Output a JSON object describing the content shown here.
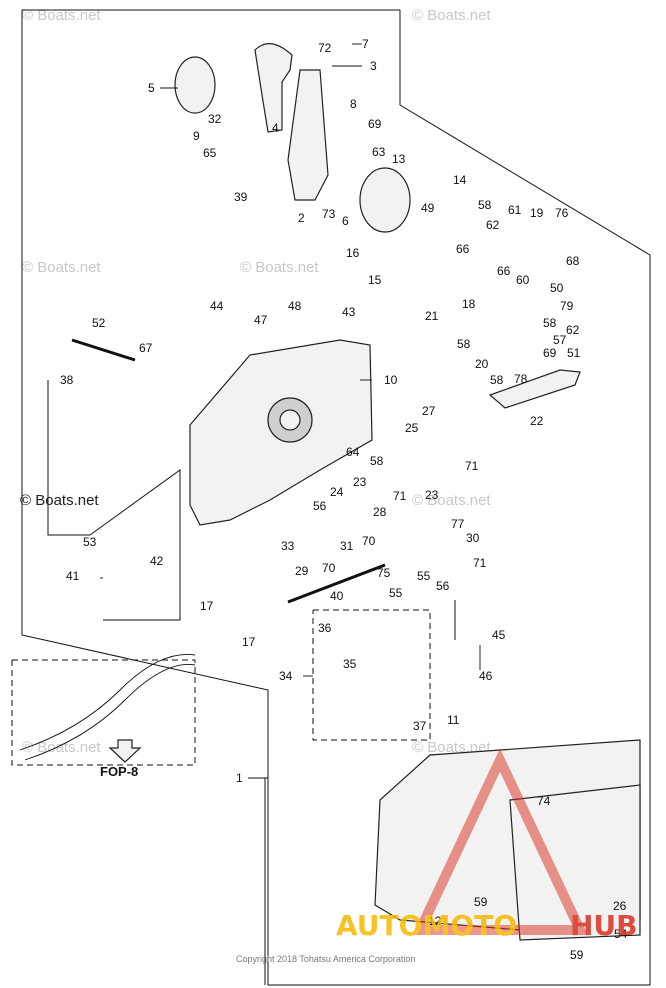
{
  "watermarks": {
    "top_left": "© Boats.net",
    "top_right": "© Boats.net",
    "mid_left": "© Boats.net",
    "mid_center": "© Boats.net",
    "dark_left": "© Boats.net",
    "center_right": "© Boats.net",
    "lower_center": "© Boats.net",
    "lower_right": "© Boats.net"
  },
  "copyright": "Copyright 2018 Tohatsu America Corporation",
  "reference": "FOP-8",
  "brand": {
    "part1": "AUTOMOTO",
    "part2": "HUB",
    "color1": "#f5b800",
    "color2": "#d93020"
  },
  "callouts": [
    {
      "id": "c1",
      "text": "1"
    },
    {
      "id": "c2",
      "text": "2"
    },
    {
      "id": "c3",
      "text": "3"
    },
    {
      "id": "c4",
      "text": "4"
    },
    {
      "id": "c5",
      "text": "5"
    },
    {
      "id": "c6",
      "text": "6"
    },
    {
      "id": "c7",
      "text": "7"
    },
    {
      "id": "c8",
      "text": "8"
    },
    {
      "id": "c9",
      "text": "9"
    },
    {
      "id": "c10",
      "text": "10"
    },
    {
      "id": "c11",
      "text": "11"
    },
    {
      "id": "c12",
      "text": "12"
    },
    {
      "id": "c13",
      "text": "13"
    },
    {
      "id": "c14",
      "text": "14"
    },
    {
      "id": "c15",
      "text": "15"
    },
    {
      "id": "c16",
      "text": "16"
    },
    {
      "id": "c17a",
      "text": "17"
    },
    {
      "id": "c17b",
      "text": "17"
    },
    {
      "id": "c18",
      "text": "18"
    },
    {
      "id": "c19",
      "text": "19"
    },
    {
      "id": "c20",
      "text": "20"
    },
    {
      "id": "c21",
      "text": "21"
    },
    {
      "id": "c22",
      "text": "22"
    },
    {
      "id": "c23a",
      "text": "23"
    },
    {
      "id": "c23b",
      "text": "23"
    },
    {
      "id": "c24",
      "text": "24"
    },
    {
      "id": "c25",
      "text": "25"
    },
    {
      "id": "c26",
      "text": "26"
    },
    {
      "id": "c27",
      "text": "27"
    },
    {
      "id": "c28",
      "text": "28"
    },
    {
      "id": "c29",
      "text": "29"
    },
    {
      "id": "c30",
      "text": "30"
    },
    {
      "id": "c31",
      "text": "31"
    },
    {
      "id": "c32",
      "text": "32"
    },
    {
      "id": "c33",
      "text": "33"
    },
    {
      "id": "c34",
      "text": "34"
    },
    {
      "id": "c35",
      "text": "35"
    },
    {
      "id": "c36",
      "text": "36"
    },
    {
      "id": "c37",
      "text": "37"
    },
    {
      "id": "c38",
      "text": "38"
    },
    {
      "id": "c39",
      "text": "39"
    },
    {
      "id": "c40",
      "text": "40"
    },
    {
      "id": "c41",
      "text": "41"
    },
    {
      "id": "c42",
      "text": "42"
    },
    {
      "id": "c43",
      "text": "43"
    },
    {
      "id": "c44",
      "text": "44"
    },
    {
      "id": "c45",
      "text": "45"
    },
    {
      "id": "c46",
      "text": "46"
    },
    {
      "id": "c47",
      "text": "47"
    },
    {
      "id": "c48",
      "text": "48"
    },
    {
      "id": "c49",
      "text": "49"
    },
    {
      "id": "c50",
      "text": "50"
    },
    {
      "id": "c51",
      "text": "51"
    },
    {
      "id": "c52",
      "text": "52"
    },
    {
      "id": "c53",
      "text": "53"
    },
    {
      "id": "c54",
      "text": "54"
    },
    {
      "id": "c55a",
      "text": "55"
    },
    {
      "id": "c55b",
      "text": "55"
    },
    {
      "id": "c56a",
      "text": "56"
    },
    {
      "id": "c56b",
      "text": "56"
    },
    {
      "id": "c57",
      "text": "57"
    },
    {
      "id": "c58a",
      "text": "58"
    },
    {
      "id": "c58b",
      "text": "58"
    },
    {
      "id": "c58c",
      "text": "58"
    },
    {
      "id": "c58d",
      "text": "58"
    },
    {
      "id": "c58e",
      "text": "58"
    },
    {
      "id": "c59a",
      "text": "59"
    },
    {
      "id": "c59b",
      "text": "59"
    },
    {
      "id": "c60",
      "text": "60"
    },
    {
      "id": "c61",
      "text": "61"
    },
    {
      "id": "c62a",
      "text": "62"
    },
    {
      "id": "c62b",
      "text": "62"
    },
    {
      "id": "c63",
      "text": "63"
    },
    {
      "id": "c64",
      "text": "64"
    },
    {
      "id": "c65",
      "text": "65"
    },
    {
      "id": "c66a",
      "text": "66"
    },
    {
      "id": "c66b",
      "text": "66"
    },
    {
      "id": "c67",
      "text": "67"
    },
    {
      "id": "c68",
      "text": "68"
    },
    {
      "id": "c69a",
      "text": "69"
    },
    {
      "id": "c69b",
      "text": "69"
    },
    {
      "id": "c70a",
      "text": "70"
    },
    {
      "id": "c70b",
      "text": "70"
    },
    {
      "id": "c71a",
      "text": "71"
    },
    {
      "id": "c71b",
      "text": "71"
    },
    {
      "id": "c71c",
      "text": "71"
    },
    {
      "id": "c72",
      "text": "72"
    },
    {
      "id": "c73",
      "text": "73"
    },
    {
      "id": "c74",
      "text": "74"
    },
    {
      "id": "c75",
      "text": "75"
    },
    {
      "id": "c76",
      "text": "76"
    },
    {
      "id": "c77",
      "text": "77"
    },
    {
      "id": "c78",
      "text": "78"
    },
    {
      "id": "c79",
      "text": "79"
    }
  ]
}
